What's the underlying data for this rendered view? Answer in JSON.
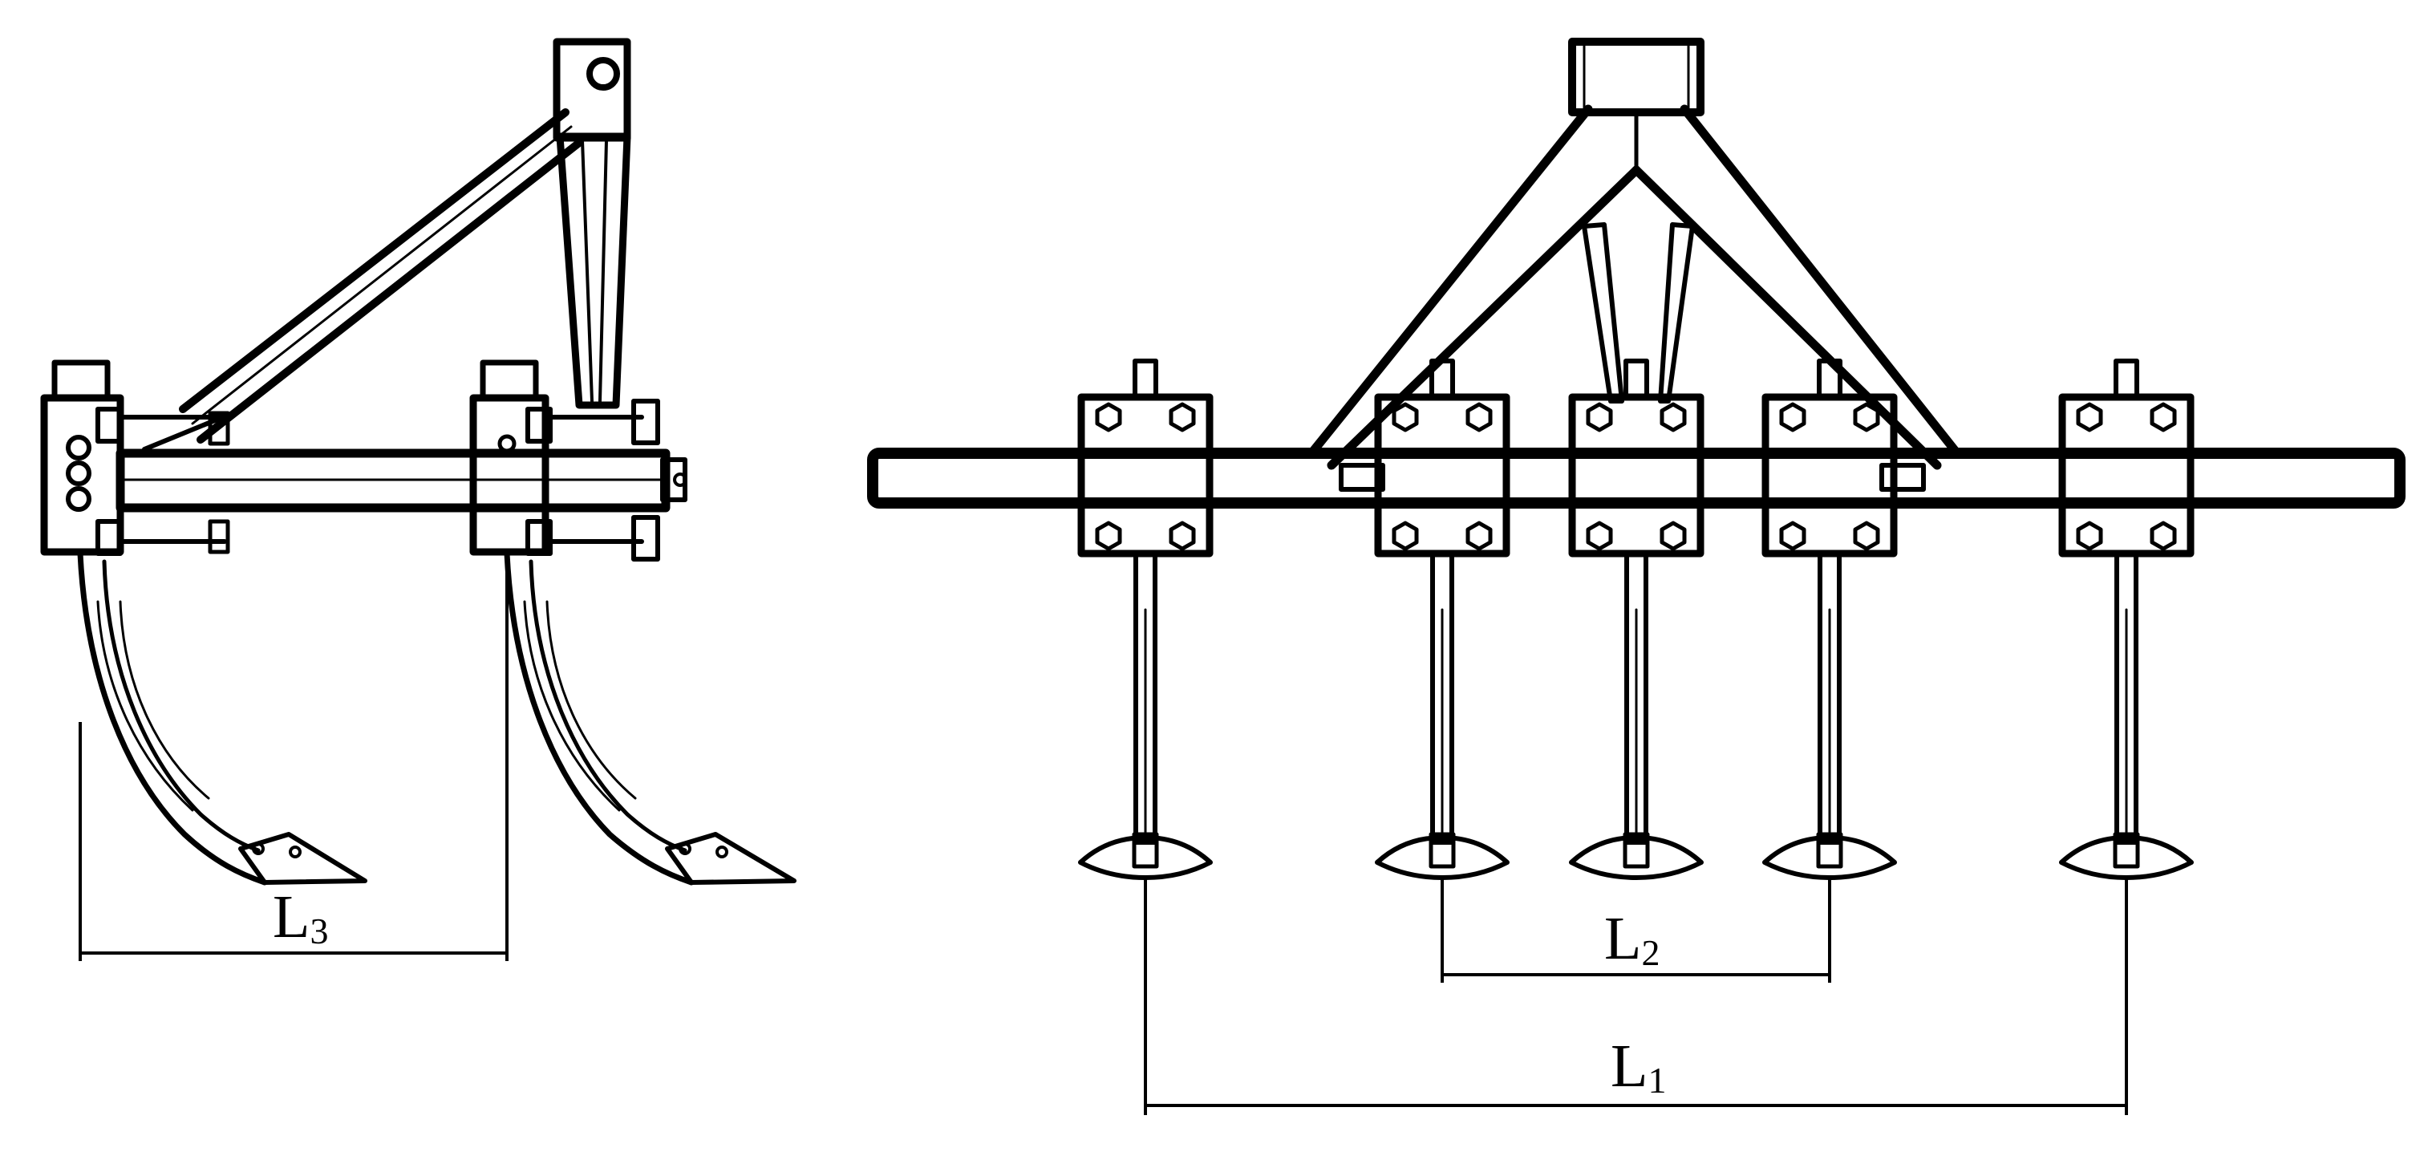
{
  "dimensions": {
    "l3": {
      "main": "L",
      "sub": "3"
    },
    "l2": {
      "main": "L",
      "sub": "2"
    },
    "l1": {
      "main": "L",
      "sub": "1"
    }
  },
  "colors": {
    "line": "#000000",
    "background": "#ffffff"
  }
}
